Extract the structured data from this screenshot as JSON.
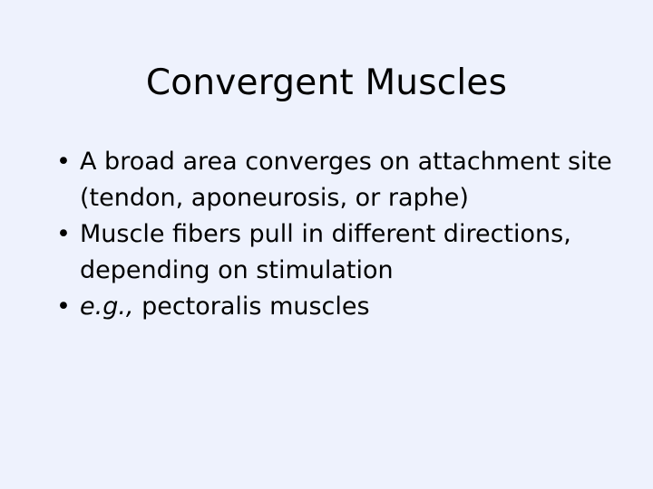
{
  "slide": {
    "title": "Convergent Muscles",
    "background_color": "#eef2fd",
    "text_color": "#000000",
    "bullet_glyph": "•",
    "bullets": [
      {
        "lead_italic": "",
        "text": "A broad area converges on attachment site (tendon, aponeurosis, or raphe)"
      },
      {
        "lead_italic": "",
        "text": "Muscle fibers pull in different directions, depending on stimulation"
      },
      {
        "lead_italic": "e.g.,",
        "text": " pectoralis muscles"
      }
    ]
  }
}
